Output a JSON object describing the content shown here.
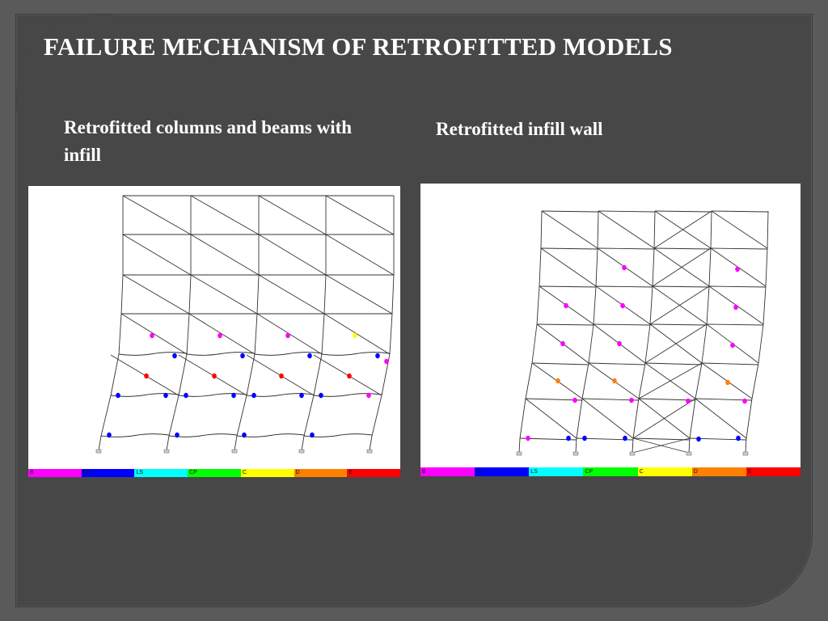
{
  "title": "FAILURE MECHANISM OF RETROFITTED MODELS",
  "left_panel": {
    "subtitle": "Retrofitted columns and beams with infill"
  },
  "right_panel": {
    "subtitle": "Retrofitted infill wall"
  },
  "legend": [
    {
      "label": "B",
      "color": "#ff00ff"
    },
    {
      "label": "IO",
      "color": "#0000ff"
    },
    {
      "label": "LS",
      "color": "#00ffff"
    },
    {
      "label": "CP",
      "color": "#00ff00"
    },
    {
      "label": "C",
      "color": "#ffff00"
    },
    {
      "label": "D",
      "color": "#ff8000"
    },
    {
      "label": "E",
      "color": "#ff0000"
    }
  ],
  "hinge_colors": {
    "B": "#ff00ff",
    "IO": "#0000ff",
    "LS": "#00ffff",
    "CP": "#00ff00",
    "C": "#ffff00",
    "D": "#ff8000",
    "E": "#ff0000"
  }
}
